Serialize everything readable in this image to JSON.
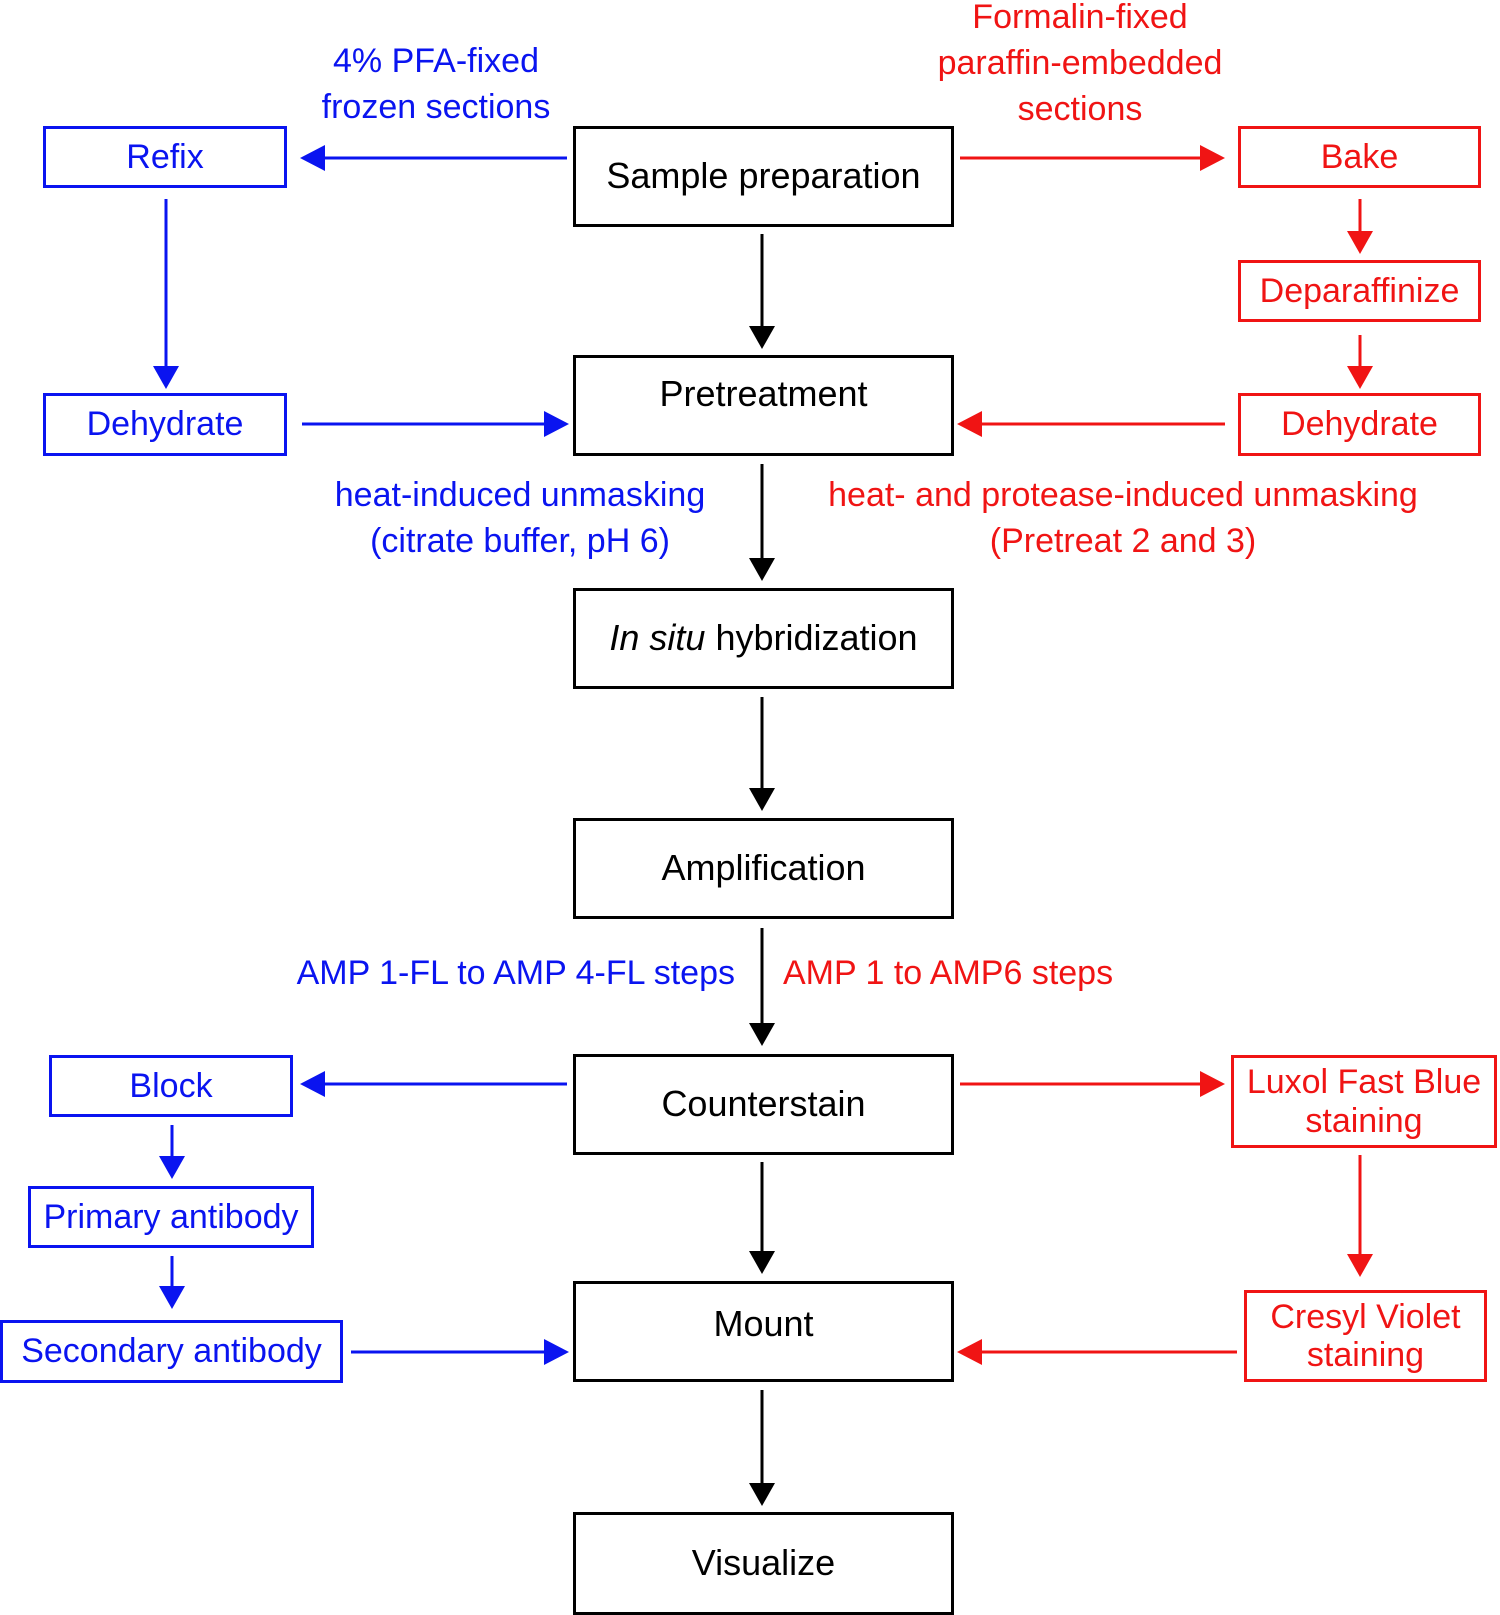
{
  "main_steps": {
    "sample_preparation": "Sample preparation",
    "pretreatment": "Pretreatment",
    "ish_italic": "In situ",
    "ish_rest": " hybridization",
    "amplification": "Amplification",
    "counterstain": "Counterstain",
    "mount": "Mount",
    "visualize": "Visualize"
  },
  "blue_branch": {
    "header_line1": "4% PFA-fixed",
    "header_line2": "frozen sections",
    "refix": "Refix",
    "dehydrate": "Dehydrate",
    "unmasking_line1": "heat-induced unmasking",
    "unmasking_line2": "(citrate buffer, pH 6)",
    "amp_steps": "AMP 1-FL to AMP 4-FL steps",
    "block": "Block",
    "primary_antibody": "Primary antibody",
    "secondary_antibody": "Secondary antibody",
    "color": "#0a14f0"
  },
  "red_branch": {
    "header_line1": "Formalin-fixed",
    "header_line2": "paraffin-embedded",
    "header_line3": "sections",
    "bake": "Bake",
    "deparaffinize": "Deparaffinize",
    "dehydrate": "Dehydrate",
    "unmasking_line1": "heat- and protease-induced unmasking",
    "unmasking_line2": "(Pretreat 2 and 3)",
    "amp_steps": "AMP 1 to AMP6 steps",
    "luxol_line1": "Luxol Fast Blue",
    "luxol_line2": "staining",
    "cresyl_line1": "Cresyl Violet",
    "cresyl_line2": "staining",
    "color": "#f01414"
  }
}
